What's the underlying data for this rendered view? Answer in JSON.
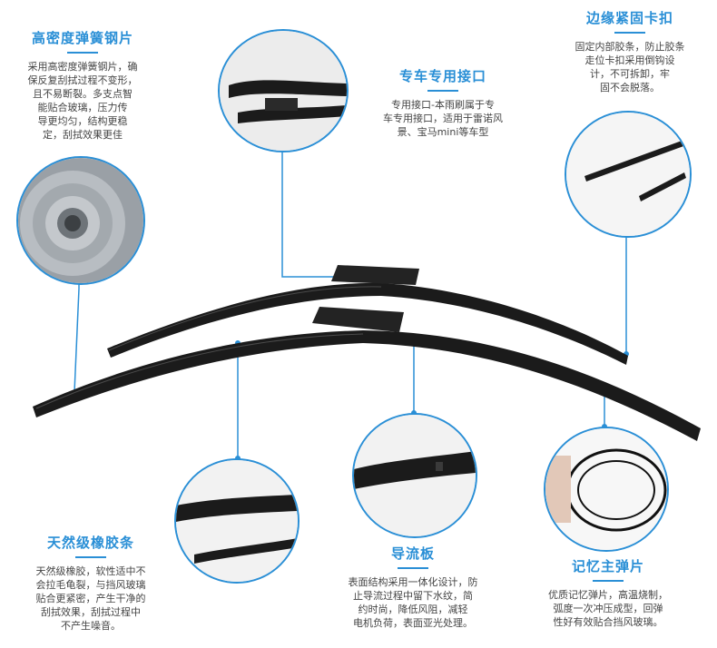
{
  "colors": {
    "accent": "#2a8fd6",
    "blade": "#1b1b1b",
    "text": "#444444"
  },
  "features": [
    {
      "id": "steel",
      "title": "高密度弹簧钢片",
      "desc": "采用高密度弹簧钢片，确\n保反复刮拭过程不变形，\n且不易断裂。多支点智\n能贴合玻璃，压力传\n导更均匀，结构更稳\n定，刮拭效果更佳"
    },
    {
      "id": "connector",
      "title": "专车专用接口",
      "desc": "专用接口-本雨刷属于专\n车专用接口，适用于雷诺风\n景、宝马mini等车型"
    },
    {
      "id": "clip",
      "title": "边缘紧固卡扣",
      "desc": "固定内部胶条，防止胶条\n走位卡扣采用倒钩设\n计，不可拆卸，牢\n固不会脱落。"
    },
    {
      "id": "rubber",
      "title": "天然级橡胶条",
      "desc": "天然级橡胶，软性适中不\n会拉毛龟裂，与挡风玻璃\n贴合更紧密，产生干净的\n刮拭效果，刮拭过程中\n不产生噪音。"
    },
    {
      "id": "spoiler",
      "title": "导流板",
      "desc": "表面结构采用一体化设计，防\n止导流过程中留下水纹，简\n约时尚，降低风阻，减轻\n电机负荷，表面亚光处理。"
    },
    {
      "id": "spring",
      "title": "记忆主弹片",
      "desc": "优质记忆弹片，高温烧制，\n弧度一次冲压成型，回弹\n性好有效贴合挡风玻璃。"
    }
  ]
}
